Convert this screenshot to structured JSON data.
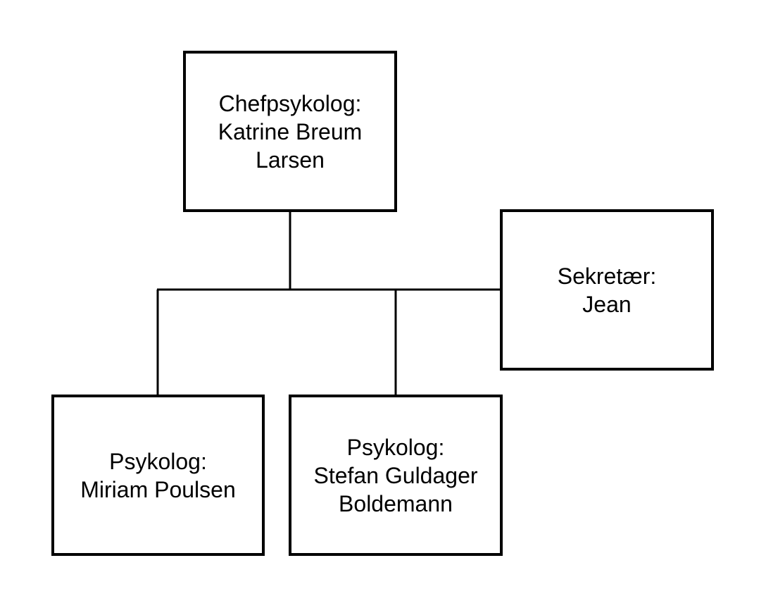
{
  "org_chart": {
    "nodes": {
      "chief": {
        "role": "Chefpsykolog:",
        "name_lines": [
          "Katrine Breum",
          "Larsen"
        ]
      },
      "secretary": {
        "role": "Sekretær:",
        "name_lines": [
          "Jean"
        ]
      },
      "psych_1": {
        "role": "Psykolog:",
        "name_lines": [
          "Miriam Poulsen"
        ]
      },
      "psych_2": {
        "role": "Psykolog:",
        "name_lines": [
          "Stefan Guldager",
          "Boldemann"
        ]
      }
    },
    "line_color": "#000000"
  }
}
